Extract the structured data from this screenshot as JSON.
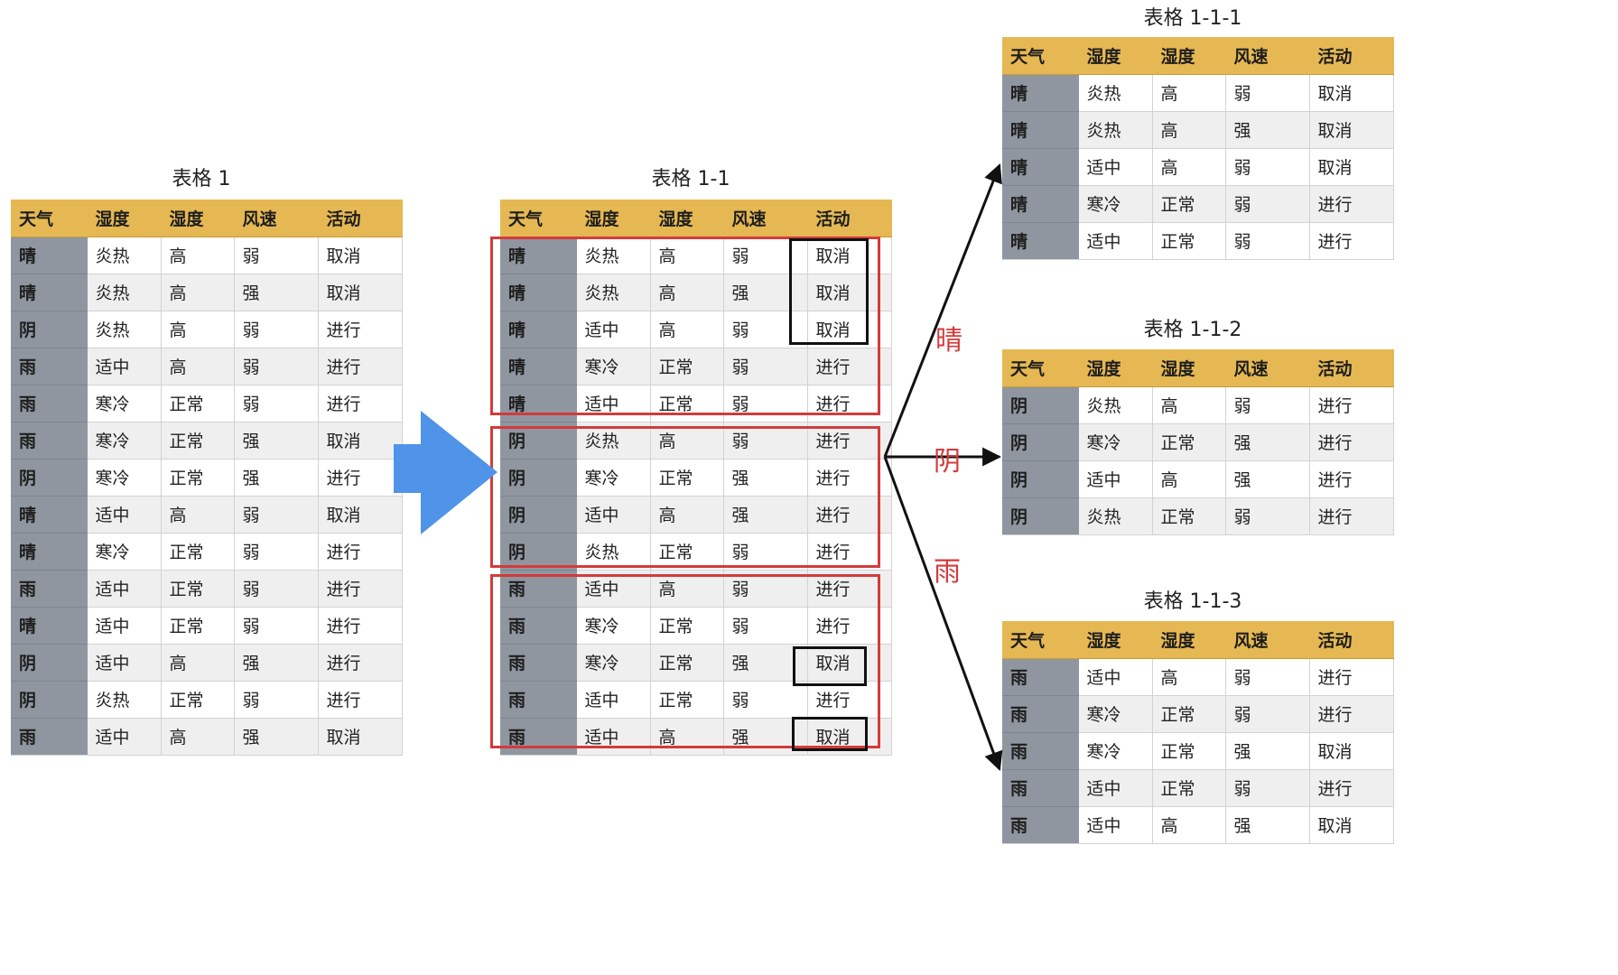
{
  "headers": [
    "天气",
    "湿度",
    "湿度",
    "风速",
    "活动"
  ],
  "table1": {
    "title": "表格 1",
    "rows": [
      [
        "晴",
        "炎热",
        "高",
        "弱",
        "取消"
      ],
      [
        "晴",
        "炎热",
        "高",
        "强",
        "取消"
      ],
      [
        "阴",
        "炎热",
        "高",
        "弱",
        "进行"
      ],
      [
        "雨",
        "适中",
        "高",
        "弱",
        "进行"
      ],
      [
        "雨",
        "寒冷",
        "正常",
        "弱",
        "进行"
      ],
      [
        "雨",
        "寒冷",
        "正常",
        "强",
        "取消"
      ],
      [
        "阴",
        "寒冷",
        "正常",
        "强",
        "进行"
      ],
      [
        "晴",
        "适中",
        "高",
        "弱",
        "取消"
      ],
      [
        "晴",
        "寒冷",
        "正常",
        "弱",
        "进行"
      ],
      [
        "雨",
        "适中",
        "正常",
        "弱",
        "进行"
      ],
      [
        "晴",
        "适中",
        "正常",
        "弱",
        "进行"
      ],
      [
        "阴",
        "适中",
        "高",
        "强",
        "进行"
      ],
      [
        "阴",
        "炎热",
        "正常",
        "弱",
        "进行"
      ],
      [
        "雨",
        "适中",
        "高",
        "强",
        "取消"
      ]
    ]
  },
  "table1_1": {
    "title": "表格 1-1",
    "rows": [
      [
        "晴",
        "炎热",
        "高",
        "弱",
        "取消"
      ],
      [
        "晴",
        "炎热",
        "高",
        "强",
        "取消"
      ],
      [
        "晴",
        "适中",
        "高",
        "弱",
        "取消"
      ],
      [
        "晴",
        "寒冷",
        "正常",
        "弱",
        "进行"
      ],
      [
        "晴",
        "适中",
        "正常",
        "弱",
        "进行"
      ],
      [
        "阴",
        "炎热",
        "高",
        "弱",
        "进行"
      ],
      [
        "阴",
        "寒冷",
        "正常",
        "强",
        "进行"
      ],
      [
        "阴",
        "适中",
        "高",
        "强",
        "进行"
      ],
      [
        "阴",
        "炎热",
        "正常",
        "弱",
        "进行"
      ],
      [
        "雨",
        "适中",
        "高",
        "弱",
        "进行"
      ],
      [
        "雨",
        "寒冷",
        "正常",
        "弱",
        "进行"
      ],
      [
        "雨",
        "寒冷",
        "正常",
        "强",
        "取消"
      ],
      [
        "雨",
        "适中",
        "正常",
        "弱",
        "进行"
      ],
      [
        "雨",
        "适中",
        "高",
        "强",
        "取消"
      ]
    ]
  },
  "table1_1_1": {
    "title": "表格 1-1-1",
    "rows": [
      [
        "晴",
        "炎热",
        "高",
        "弱",
        "取消"
      ],
      [
        "晴",
        "炎热",
        "高",
        "强",
        "取消"
      ],
      [
        "晴",
        "适中",
        "高",
        "弱",
        "取消"
      ],
      [
        "晴",
        "寒冷",
        "正常",
        "弱",
        "进行"
      ],
      [
        "晴",
        "适中",
        "正常",
        "弱",
        "进行"
      ]
    ]
  },
  "table1_1_2": {
    "title": "表格 1-1-2",
    "rows": [
      [
        "阴",
        "炎热",
        "高",
        "弱",
        "进行"
      ],
      [
        "阴",
        "寒冷",
        "正常",
        "强",
        "进行"
      ],
      [
        "阴",
        "适中",
        "高",
        "强",
        "进行"
      ],
      [
        "阴",
        "炎热",
        "正常",
        "弱",
        "进行"
      ]
    ]
  },
  "table1_1_3": {
    "title": "表格 1-1-3",
    "rows": [
      [
        "雨",
        "适中",
        "高",
        "弱",
        "进行"
      ],
      [
        "雨",
        "寒冷",
        "正常",
        "弱",
        "进行"
      ],
      [
        "雨",
        "寒冷",
        "正常",
        "强",
        "取消"
      ],
      [
        "雨",
        "适中",
        "正常",
        "弱",
        "进行"
      ],
      [
        "雨",
        "适中",
        "高",
        "强",
        "取消"
      ]
    ]
  },
  "branches": {
    "sunny": "晴",
    "overcast": "阴",
    "rain": "雨"
  },
  "colors": {
    "header": "#e5b853",
    "first_column": "#8f96a0",
    "arrow": "#4f94e8",
    "highlight_group": "#d33b3b",
    "highlight_cell": "#111111",
    "branch_label": "#d33b3b"
  }
}
